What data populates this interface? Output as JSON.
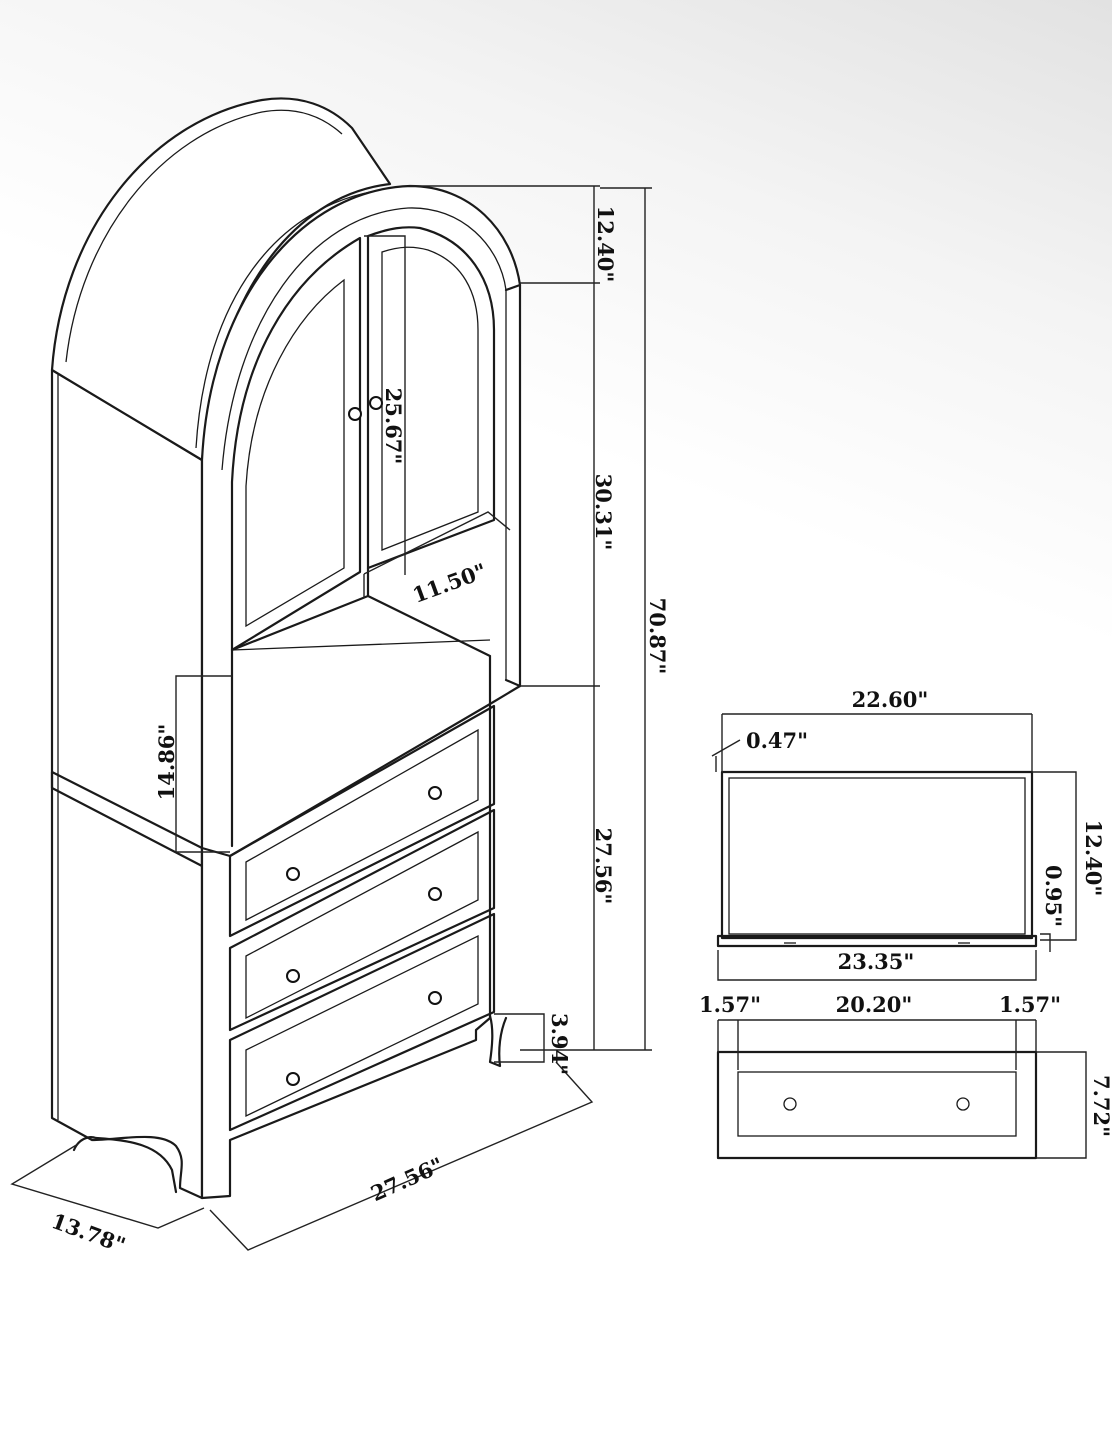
{
  "colors": {
    "line": "#1a1a1a",
    "background": "#ffffff"
  },
  "cabinet": {
    "top_arch_height": "12.40\"",
    "door_height": "25.67\"",
    "door_width": "11.50\"",
    "upper_height": "30.31\"",
    "open_shelf_height": "14.86\"",
    "lower_height": "27.56\"",
    "leg_height": "3.94\"",
    "total_height": "70.87\"",
    "width": "27.56\"",
    "depth": "13.78\""
  },
  "drawer_top": {
    "outer_width": "22.60\"",
    "side_thickness": "0.47\"",
    "depth": "12.40\"",
    "front_thickness": "0.95\"",
    "front_width": "23.35\""
  },
  "drawer_front": {
    "left_margin": "1.57\"",
    "inner_width": "20.20\"",
    "right_margin": "1.57\"",
    "height": "7.72\""
  }
}
